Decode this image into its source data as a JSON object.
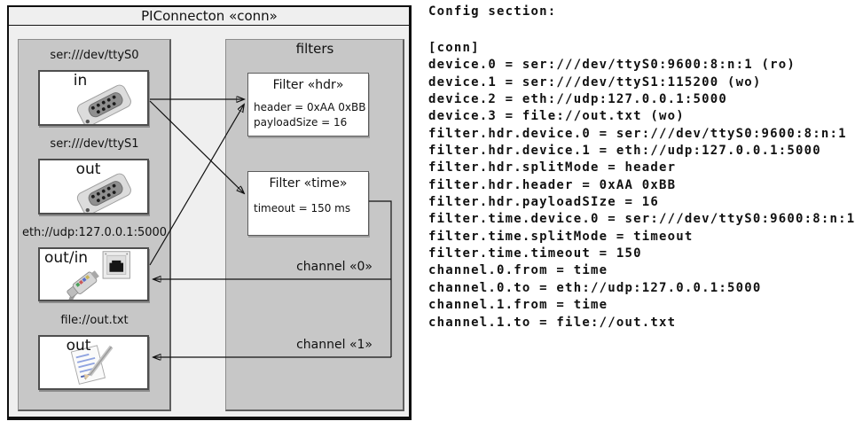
{
  "diagram": {
    "title": "PIConnecton «conn»",
    "devices_panel": {
      "devices": [
        {
          "label": "ser:///dev/ttyS0",
          "direction": "in",
          "icon": "db9-serial-connector-icon"
        },
        {
          "label": "ser:///dev/ttyS1",
          "direction": "out",
          "icon": "db9-serial-connector-icon"
        },
        {
          "label": "eth://udp:127.0.0.1:5000",
          "direction": "out/in",
          "icon": "rj45-ethernet-icon"
        },
        {
          "label": "file://out.txt",
          "direction": "out",
          "icon": "notepad-pencil-icon"
        }
      ]
    },
    "filters_panel": {
      "title": "filters",
      "filters": [
        {
          "title": "Filter «hdr»",
          "attrs": "header = 0xAA 0xBB\npayloadSize = 16"
        },
        {
          "title": "Filter «time»",
          "attrs": "timeout = 150 ms"
        }
      ]
    },
    "channels": [
      {
        "label": "channel «0»"
      },
      {
        "label": "channel «1»"
      }
    ],
    "colors": {
      "frame_fill": "#efefef",
      "panel_fill": "#c7c7c7",
      "box_fill": "#ffffff",
      "line": "#111111"
    }
  },
  "config": {
    "heading": "Config section:",
    "body": "[conn]\ndevice.0 = ser:///dev/ttyS0:9600:8:n:1 (ro)\ndevice.1 = ser:///dev/ttyS1:115200 (wo)\ndevice.2 = eth://udp:127.0.0.1:5000\ndevice.3 = file://out.txt (wo)\nfilter.hdr.device.0 = ser:///dev/ttyS0:9600:8:n:1\nfilter.hdr.device.1 = eth://udp:127.0.0.1:5000\nfilter.hdr.splitMode = header\nfilter.hdr.header = 0xAA 0xBB\nfilter.hdr.payloadSIze = 16\nfilter.time.device.0 = ser:///dev/ttyS0:9600:8:n:1\nfilter.time.splitMode = timeout\nfilter.time.timeout = 150\nchannel.0.from = time\nchannel.0.to = eth://udp:127.0.0.1:5000\nchannel.1.from = time\nchannel.1.to = file://out.txt"
  }
}
